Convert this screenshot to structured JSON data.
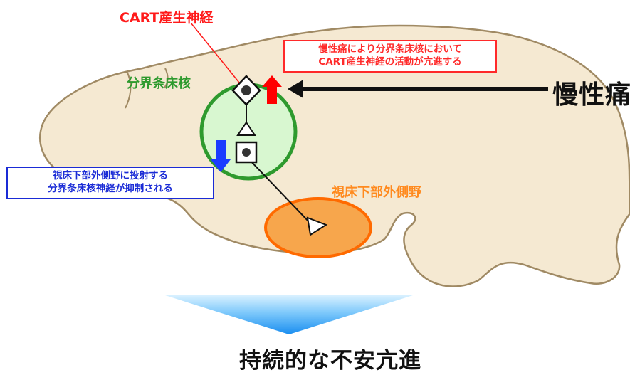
{
  "labels": {
    "cart_neuron": "CART産生神経",
    "bnst": "分界条床核",
    "lateral_hypothalamus": "視床下部外側野",
    "chronic_pain": "慢性痛",
    "outcome": "持続的な不安亢進"
  },
  "boxes": {
    "red": {
      "line1": "慢性痛により分界条床核において",
      "line2": "CART産生神経の活動が亢進する"
    },
    "blue": {
      "line1": "視床下部外側野に投射する",
      "line2": "分界条床核神経が抑制される"
    }
  },
  "colors": {
    "brain_fill": "#f5e9d2",
    "brain_stroke": "#a08a64",
    "bnst_fill": "#d8f7d0",
    "bnst_stroke": "#2e9a2e",
    "lh_fill": "#f7a64c",
    "lh_stroke": "#ff6a00",
    "up_arrow": "#ff0000",
    "down_arrow": "#1a3cff",
    "funnel_top": "#cfe9ff",
    "funnel_bottom": "#1a9af5"
  }
}
